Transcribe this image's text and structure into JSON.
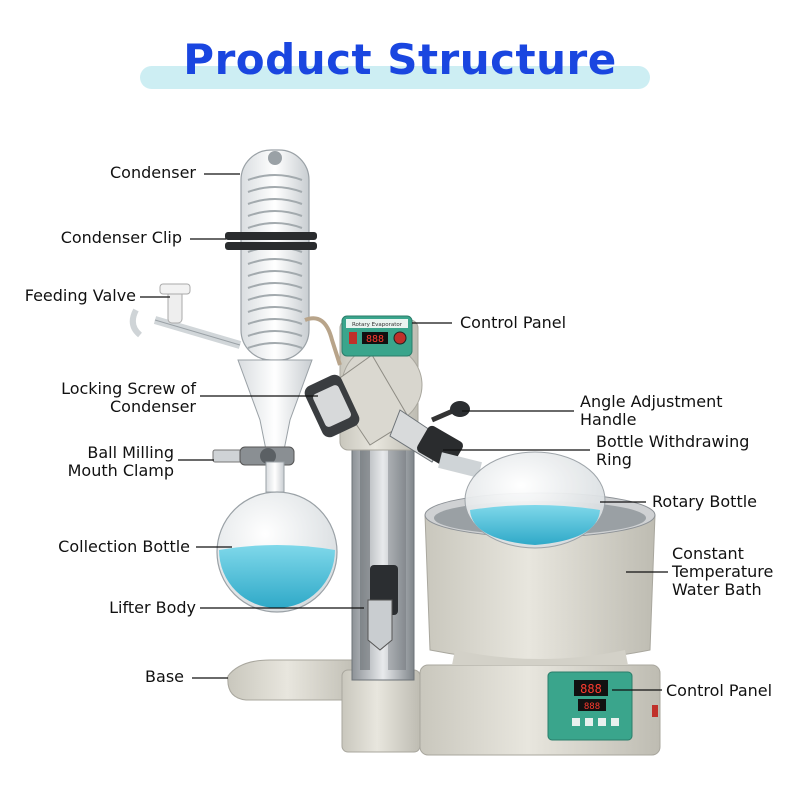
{
  "title": "Product Structure",
  "colors": {
    "title": "#1a46e0",
    "title_bar": "#cdeef3",
    "label_text": "#111111",
    "leader_line": "#111111",
    "liquid": "#4fc3dc",
    "panel_green": "#3aa58c",
    "body_beige": "#dddbd2"
  },
  "labels": {
    "condenser": "Condenser",
    "condenser_clip": "Condenser Clip",
    "feeding_valve": "Feeding Valve",
    "locking_screw_1": "Locking Screw of",
    "locking_screw_2": "Condenser",
    "ball_clamp_1": "Ball Milling",
    "ball_clamp_2": "Mouth Clamp",
    "collection_bottle": "Collection Bottle",
    "lifter_body": "Lifter Body",
    "base": "Base",
    "control_panel_top": "Control Panel",
    "angle_handle_1": "Angle Adjustment",
    "angle_handle_2": "Handle",
    "withdraw_ring_1": "Bottle Withdrawing",
    "withdraw_ring_2": "Ring",
    "rotary_bottle": "Rotary Bottle",
    "water_bath_1": "Constant",
    "water_bath_2": "Temperature",
    "water_bath_3": "Water Bath",
    "control_panel_bottom": "Control Panel"
  },
  "device": {
    "top_panel_caption": "Rotary Evaporator",
    "top_display": "888",
    "bath_display_1": "888",
    "bath_display_2": "888"
  }
}
